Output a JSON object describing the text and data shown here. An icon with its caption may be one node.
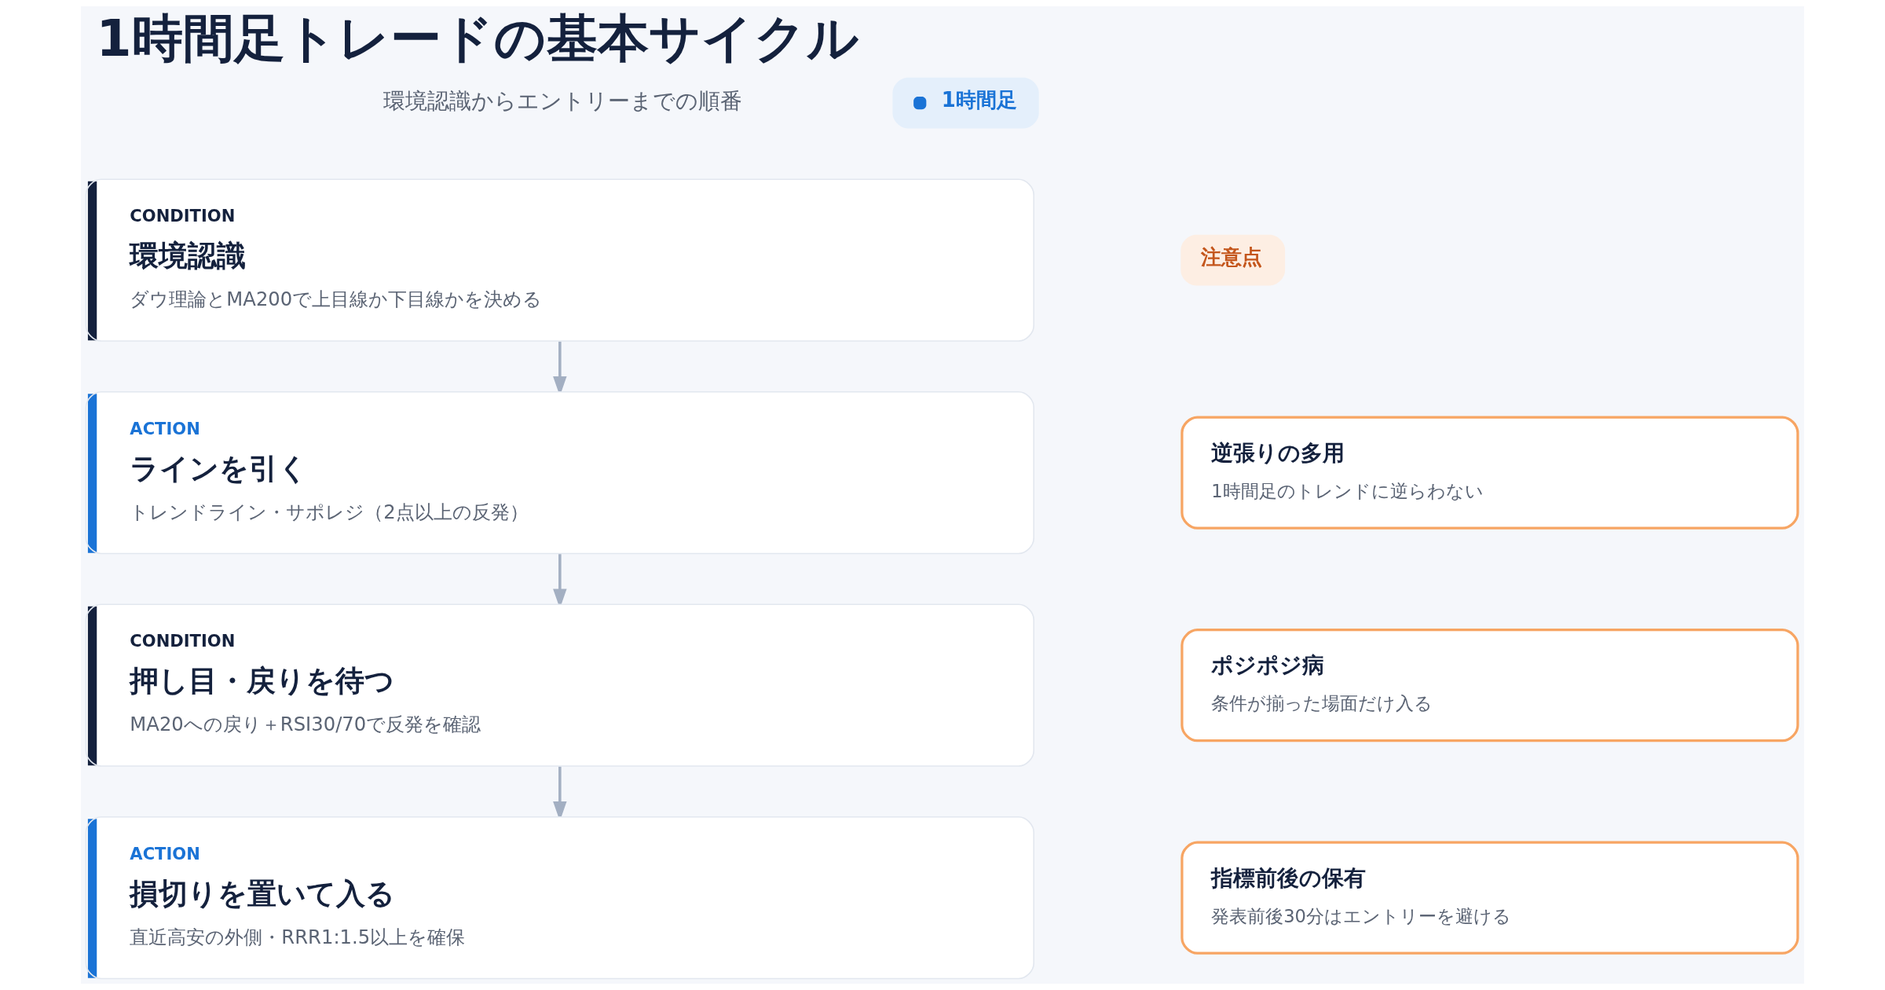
{
  "diagram": {
    "title": "1時間足トレードの基本サイクル",
    "nodes": [
      {
        "text": [
          "1時間足"
        ]
      },
      {
        "text": [
          "CONDITION",
          "環境認識",
          "ダウ理論とMA200で上目線か下目線かを決める"
        ]
      },
      {
        "text": [
          "ACTION",
          "ラインを引く",
          "トレンドライン・サポレジ（2点以上の反発）"
        ]
      },
      {
        "text": [
          "CONDITION",
          "押し目・戻りを待つ",
          "MA20への戻り＋RSI30/70で反発を確認"
        ]
      },
      {
        "text": [
          "ACTION",
          "損切りを置いて入る",
          "直近高安の外側・RRR1:1.5以上を確保"
        ]
      },
      {
        "text": [
          "注意点"
        ]
      },
      {
        "text": [
          "逆張りの多用",
          "1時間足のトレンドに逆らわない"
        ]
      },
      {
        "text": [
          "ポジポジ病",
          "条件が揃った場面だけ入る"
        ]
      },
      {
        "text": [
          "指標前後の保有",
          "発表前後30分はエントリーを避ける"
        ]
      }
    ],
    "edges": [
      {
        "from": 1,
        "to": 2,
        "arrow": "to"
      },
      {
        "from": 2,
        "to": 3,
        "arrow": "to"
      },
      {
        "from": 3,
        "to": 4,
        "arrow": "to"
      }
    ],
    "labels": [
      "環境認識からエントリーまでの順番"
    ]
  }
}
